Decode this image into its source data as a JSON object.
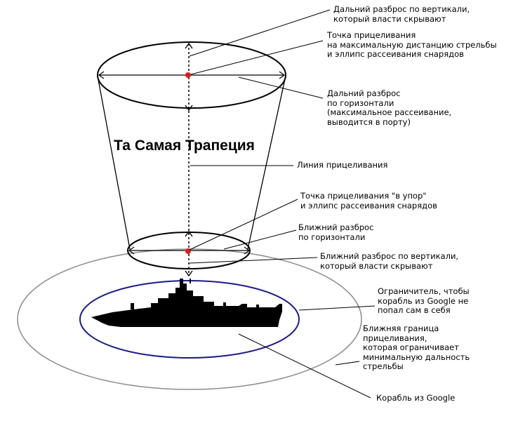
{
  "title": "Та Самая Трапеция",
  "labels": {
    "far_vertical": "Дальний разброс по вертикали,\nкоторый власти скрывают",
    "aim_point_max": "Точка прицеливания\nна максимальную дистанцию стрельбы\nи эллипс рассеивания снарядов",
    "far_horizontal": "Дальний разброс\nпо горизонтали\n(максимальное рассеивание,\nвыводится в порту)",
    "aim_line": "Линия прицеливания",
    "aim_point_close": "Точка прицеливания \"в упор\"\nи эллипс рассеивания снарядов",
    "near_horizontal": "Ближний разброс\nпо горизонтали",
    "near_vertical": "Ближний разброс по вертикали,\nкоторый власти скрывают",
    "limiter": "Ограничитель, чтобы\nкорабль из Google не\nпопал сам в себя",
    "near_boundary": "Ближняя граница\nприцеливания,\nкоторая ограничивает\nминимальную дальность\nстрельбы",
    "ship": "Корабль из Google"
  },
  "colors": {
    "aim_point": "#e01b1b",
    "inner_ellipse": "#1a1a8c",
    "outer_ellipse": "#8c8c8c",
    "ink": "#000000"
  }
}
